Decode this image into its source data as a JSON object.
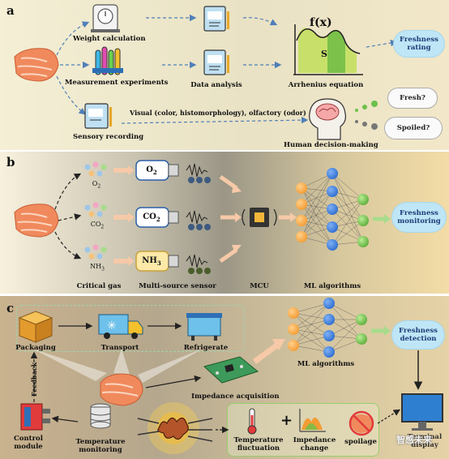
{
  "panel_a": {
    "letter": "a",
    "weight_calculation": "Weight calculation",
    "measurement_experiments": "Measurement experiments",
    "data_analysis": "Data analysis",
    "arrhenius_equation": "Arrhenius equation",
    "fx_label": "f(x)",
    "s_label": "S",
    "freshness_rating": "Freshness rating",
    "sensory_recording": "Sensory recording",
    "visual_olfactory": "Visual (color, histomorphology), olfactory (odor)",
    "human_decision_making": "Human decision-making",
    "fresh_q": "Fresh?",
    "spoiled_q": "Spoiled?"
  },
  "panel_b": {
    "letter": "b",
    "o2_gas": "O",
    "o2_sub": "2",
    "co2_gas": "CO",
    "co2_sub": "2",
    "nh3_gas": "NH",
    "nh3_sub": "3",
    "sensor_o2": "O",
    "sensor_o2_sub": "2",
    "sensor_co2": "CO",
    "sensor_co2_sub": "2",
    "sensor_nh3": "NH",
    "sensor_nh3_sub": "3",
    "critical_gas": "Critical gas",
    "multi_source_sensor": "Multi-source sensor",
    "mcu": "MCU",
    "ml_algorithms": "ML algorithms",
    "freshness_monitoring": "Freshness monitoring"
  },
  "panel_c": {
    "letter": "c",
    "packaging": "Packaging",
    "transport": "Transport",
    "refrigerate": "Refrigerate",
    "ml_algorithms": "ML algorithms",
    "freshness_detection": "Freshness detection",
    "impedance_acquisition": "Impedance acquisition",
    "feedback": "Feedback",
    "control_module": "Control module",
    "temperature_monitoring": "Temperature monitoring",
    "temperature_fluctuation": "Temperature fluctuation",
    "impedance_change": "Impedance change",
    "plus": "+",
    "spoilage": "spoilage",
    "terminal_display": "Terminal display",
    "watermark": "智感未来"
  },
  "colors": {
    "salmon": "#f08a5d",
    "cloud_blue": "#bfe6f6",
    "node_orange": "#f39c34",
    "node_blue": "#2f6fd0",
    "node_green": "#6cc04a",
    "arrow_peach": "#f6c9a8",
    "arrow_blue": "#4f7fb8"
  }
}
